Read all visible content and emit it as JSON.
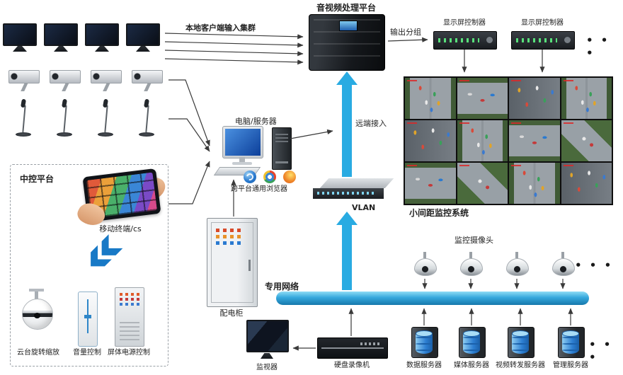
{
  "labels": {
    "platform": "音视频处理平台",
    "local_input": "本地客户端输入集群",
    "output_group": "输出分组",
    "display_ctrl_1": "显示屏控制器",
    "display_ctrl_2": "显示屏控制器",
    "video_wall": "小间距监控系统",
    "pc": "电脑/服务器",
    "remote_access": "远端接入",
    "browser": "跨平台通用浏览器",
    "central_control": "中控平台",
    "mobile": "移动终端/cs",
    "vlan": "VLAN",
    "cabinet": "配电柜",
    "network": "专用网络",
    "ptz": "云台旋转缩放",
    "volume": "音量控制",
    "screen_power": "屏体电源控制",
    "cams": "监控摄像头",
    "monitor": "监视器",
    "dvr": "硬盘录像机",
    "ellipsis": "• • •"
  },
  "servers": [
    {
      "label": "数据服务器"
    },
    {
      "label": "媒体服务器"
    },
    {
      "label": "视频转发服务器"
    },
    {
      "label": "管理服务器"
    }
  ],
  "colors": {
    "arrow_blue": "#29abe2",
    "pipe_blue": "#2196cf",
    "connector": "#3a3a3a"
  }
}
